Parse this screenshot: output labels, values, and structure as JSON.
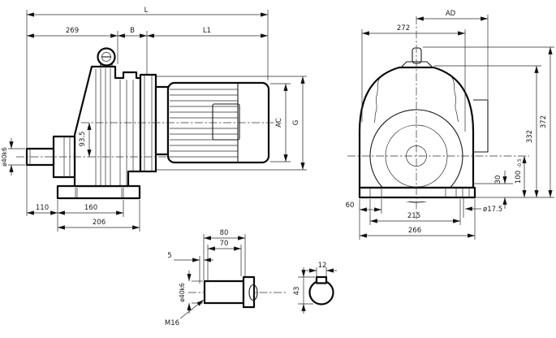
{
  "drawing": {
    "side_view": {
      "overall_length": "L",
      "input_section_length": "269",
      "dim_b": "B",
      "motor_length": "L1",
      "output_shaft_dia": "ø40k6",
      "axis_offset": "93.5",
      "motor_dia": "AC",
      "flange_dia": "G",
      "shaft_length": "110",
      "foot_hole_spacing": "160",
      "foot_length": "206"
    },
    "front_view": {
      "housing_width": "272",
      "motor_half_width": "AD",
      "total_height": "372",
      "housing_height": "332",
      "center_height": "100",
      "center_height_tol": "-0.5",
      "foot_height": "30",
      "foot_hole_dia": "ø17.5",
      "foot_edge_offset": "60",
      "foot_hole_span": "215",
      "foot_width": "266"
    },
    "shaft_detail": {
      "shaft_total_length": "80",
      "shaft_usable_length": "70",
      "end_gap": "5",
      "shaft_dia": "ø40k6",
      "thread": "M16",
      "key_width": "12",
      "key_section_height": "43"
    }
  }
}
